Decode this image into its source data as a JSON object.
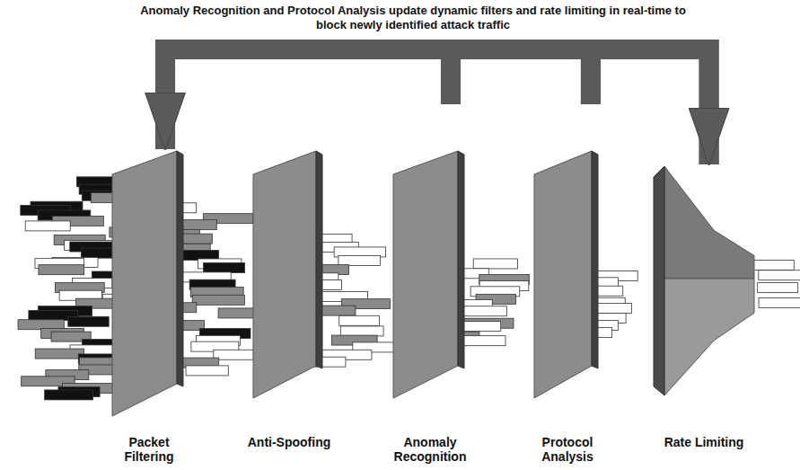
{
  "diagram": {
    "title": "Anomaly Recognition and Protocol Analysis update dynamic filters and rate limiting in real-time to block newly identified attack traffic",
    "nodes": [
      {
        "text": [
          "Packet Filtering"
        ]
      },
      {
        "text": [
          "Anti-Spoofing"
        ]
      },
      {
        "text": [
          "Anomaly Recognition"
        ]
      },
      {
        "text": [
          "Protocol Analysis"
        ]
      },
      {
        "text": [
          "Rate Limiting"
        ]
      }
    ],
    "edges": [
      {
        "from": 2,
        "to": 0,
        "arrow": "to"
      },
      {
        "from": 2,
        "to": 4,
        "arrow": "to"
      },
      {
        "from": 3,
        "to": 0,
        "arrow": "to"
      },
      {
        "from": 3,
        "to": 4,
        "arrow": "to"
      }
    ]
  }
}
